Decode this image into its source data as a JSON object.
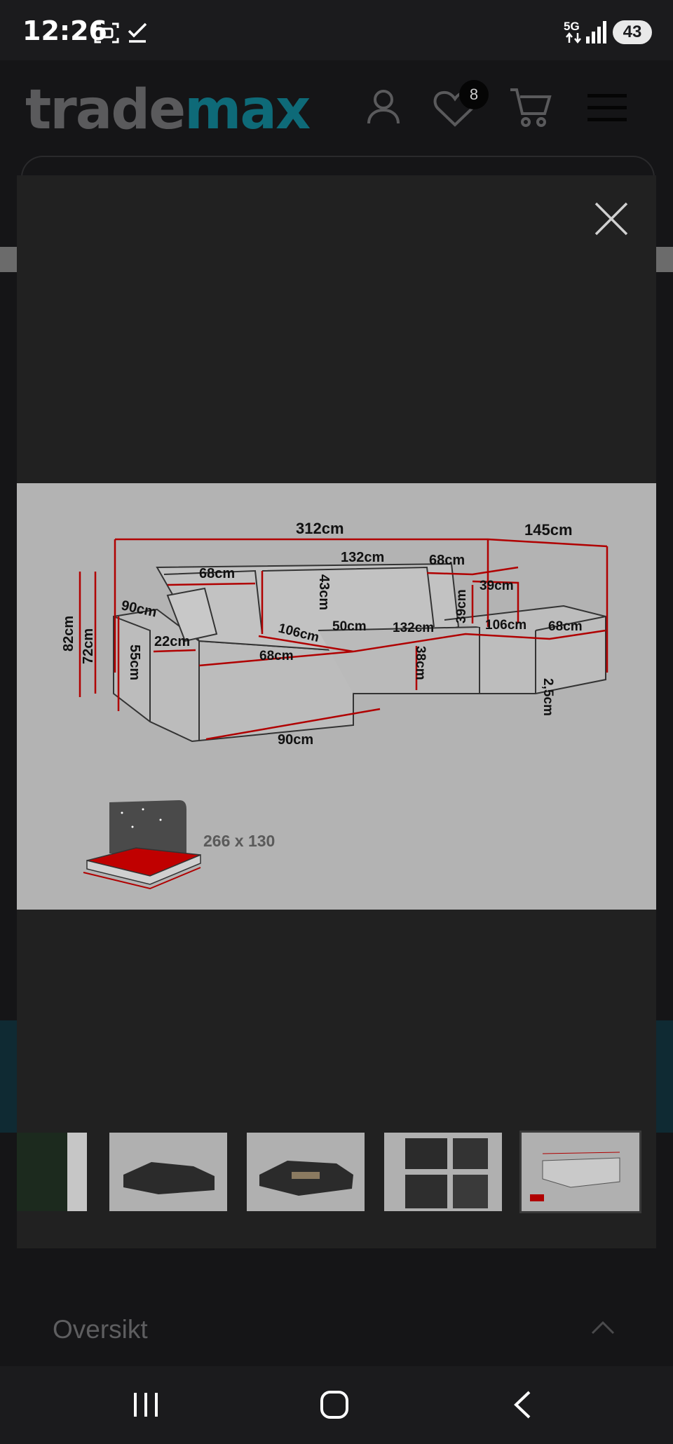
{
  "status_bar": {
    "time": "12:26",
    "network": "5G",
    "battery": "43"
  },
  "header": {
    "logo_part1": "trade",
    "logo_part2": "max",
    "wishlist_count": "8",
    "icons": [
      "user-icon",
      "heart-icon",
      "cart-icon",
      "menu-icon"
    ]
  },
  "modal": {
    "close_icon": "close-icon",
    "image": {
      "dimensions": [
        "312cm",
        "145cm",
        "132cm",
        "68cm",
        "68cm",
        "43cm",
        "39cm",
        "39cm",
        "90cm",
        "82cm",
        "72cm",
        "55cm",
        "22cm",
        "106cm",
        "50cm",
        "132cm",
        "106cm",
        "68cm",
        "68cm",
        "38cm",
        "2,5cm",
        "90cm"
      ],
      "bed_size": "266 x 130"
    },
    "thumbnails": [
      {
        "label": "thumbnail-partial"
      },
      {
        "label": "thumbnail-sofa-bed-open"
      },
      {
        "label": "thumbnail-sofa-storage"
      },
      {
        "label": "thumbnail-sofa-details"
      },
      {
        "label": "thumbnail-dimensions"
      }
    ]
  },
  "overview": {
    "title": "Oversikt"
  },
  "colors": {
    "logo_grey": "#5a5a5c",
    "logo_teal": "#0e6a78",
    "modal_bg": "#212121",
    "dimension_red": "#b00000"
  }
}
